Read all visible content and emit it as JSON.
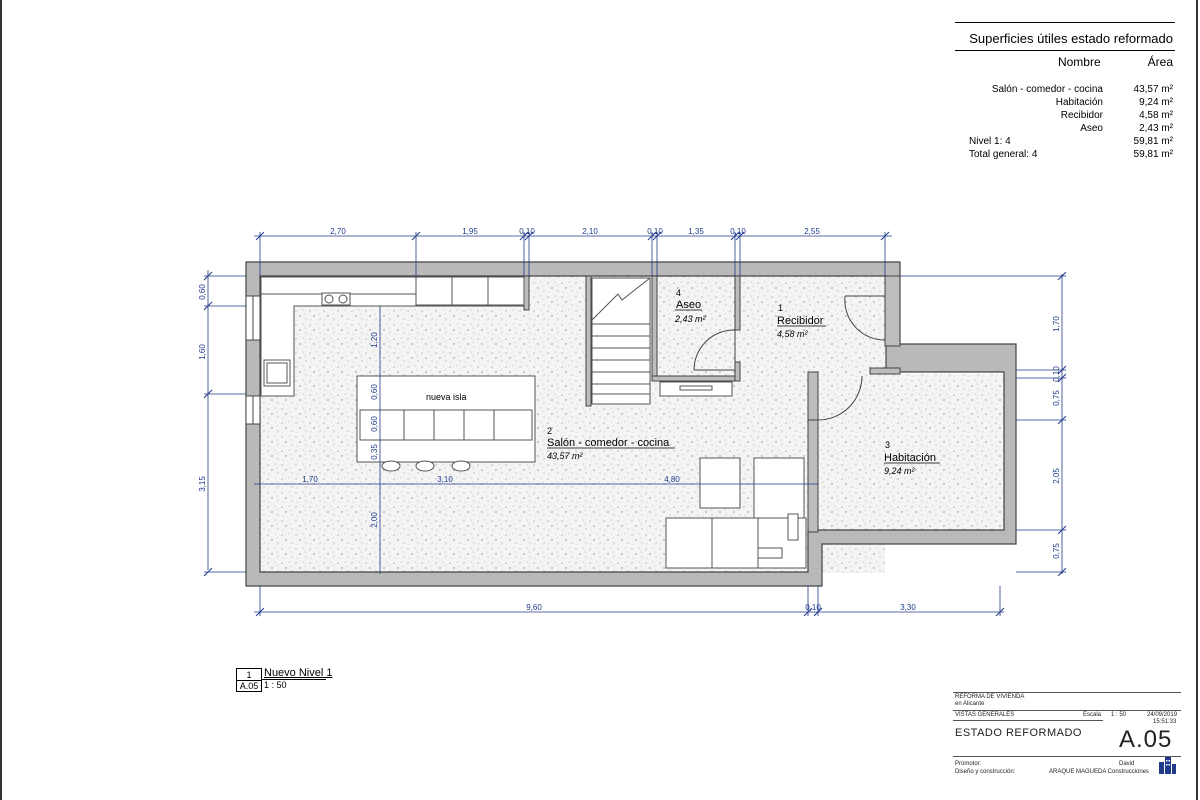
{
  "area_table": {
    "title": "Superficies útiles estado reformado",
    "col_name": "Nombre",
    "col_area": "Área",
    "rows": [
      {
        "name": "Salón - comedor - cocina",
        "area": "43,57 m²"
      },
      {
        "name": "Habitación",
        "area": "9,24 m²"
      },
      {
        "name": "Recibidor",
        "area": "4,58 m²"
      },
      {
        "name": "Aseo",
        "area": "2,43 m²"
      }
    ],
    "level_total": {
      "name": "Nivel 1: 4",
      "area": "59,81 m²"
    },
    "grand_total": {
      "name": "Total general: 4",
      "area": "59,81 m²"
    }
  },
  "plan": {
    "rooms": [
      {
        "number": "2",
        "name": "Salón - comedor - cocina",
        "area": "43,57 m²"
      },
      {
        "number": "4",
        "name": "Aseo",
        "area": "2,43 m²"
      },
      {
        "number": "1",
        "name": "Recibidor",
        "area": "4,58 m²"
      },
      {
        "number": "3",
        "name": "Habitación",
        "area": "9,24 m²"
      }
    ],
    "island_label": "nueva isla",
    "dims_top": [
      "2,70",
      "1,95",
      "0,10",
      "2,10",
      "0,10",
      "1,35",
      "0,10",
      "2,55"
    ],
    "dims_left": [
      "0,60",
      "1,60",
      "3,15"
    ],
    "dims_right": [
      "1,70",
      "0,10",
      "0,75",
      "2,05",
      "0,75"
    ],
    "dims_bottom": [
      "9,60",
      "0,10",
      "3,30"
    ],
    "dims_interior_horizontal": [
      "1,70",
      "3,10",
      "4,80"
    ],
    "dims_interior_vertical": [
      "1,20",
      "0,60",
      "0,60",
      "0,35",
      "2,00"
    ]
  },
  "view_tag": {
    "number": "1",
    "sheet": "A.05",
    "name": "Nuevo Nivel 1",
    "scale": "1 : 50"
  },
  "title_block": {
    "project": "REFORMA DE VIVIENDA",
    "location": "en Alicante",
    "section": "VISTAS GENERALES",
    "scale_label": "Escala",
    "scale": "1 : 50",
    "date": "24/09/2019",
    "time": "15:51:33",
    "drawing_title": "ESTADO REFORMADO",
    "sheet_number": "A.05",
    "promoter_label": "Promotor:",
    "promoter": "David",
    "design_label": "Diseño y construcción:",
    "designer": "ARAQUE MAGUEDA Construcciones"
  },
  "colors": {
    "dimension_lines": "#1f3a8a",
    "walls": "#7a7a7a",
    "floor_pattern": "#e6e6e6"
  }
}
